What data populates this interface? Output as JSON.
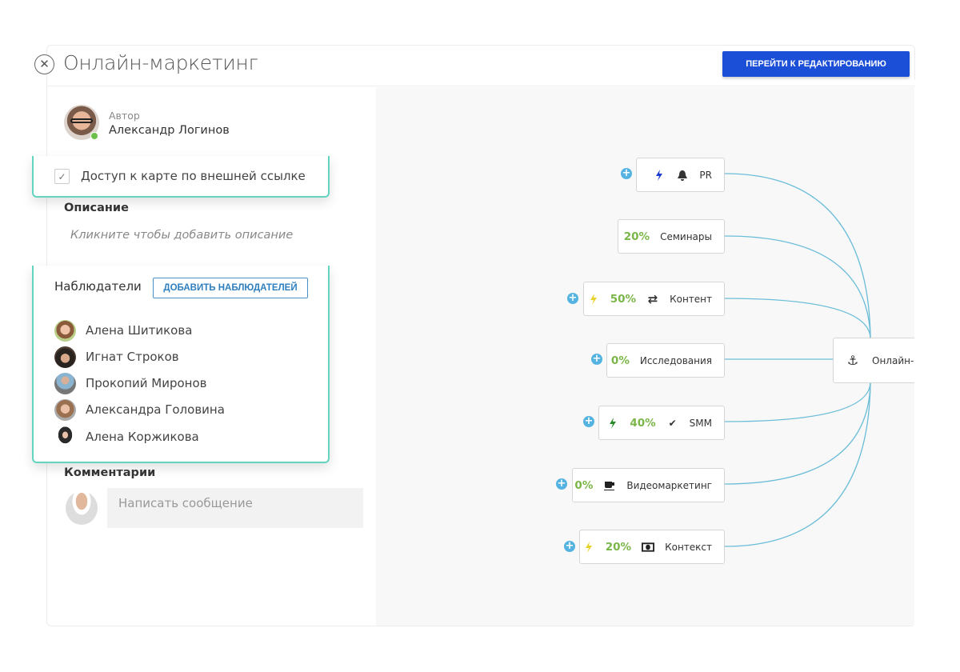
{
  "header": {
    "title": "Онлайн-маркетинг",
    "edit_button": "ПЕРЕЙТИ К РЕДАКТИРОВАНИЮ",
    "close_icon": "close-circle-icon"
  },
  "author": {
    "label": "Автор",
    "name": "Александр Логинов",
    "status": "online"
  },
  "access": {
    "label": "Доступ к карте по внешней ссылке",
    "checked": true
  },
  "description": {
    "heading": "Описание",
    "placeholder": "Кликните чтобы добавить описание"
  },
  "observers": {
    "title": "Наблюдатели",
    "add_button": "ДОБАВИТЬ НАБЛЮДАТЕЛЕЙ",
    "items": [
      {
        "name": "Алена Шитикова"
      },
      {
        "name": "Игнат Строков"
      },
      {
        "name": "Прокопий Миронов"
      },
      {
        "name": "Александра Головина"
      },
      {
        "name": "Алена Коржикова"
      }
    ]
  },
  "comments": {
    "heading": "Комментарии",
    "placeholder": "Написать сообщение"
  },
  "map": {
    "center": {
      "label": "Онлайн-",
      "icon": "anchor-icon"
    },
    "edge_color": "#6bbdd8",
    "nodes": [
      {
        "label": "PR",
        "percent": null,
        "bolt_color": "#1a3ccc",
        "icon": "bell-icon"
      },
      {
        "label": "Семинары",
        "percent": "20%",
        "bolt_color": null,
        "icon": null
      },
      {
        "label": "Контент",
        "percent": "50%",
        "bolt_color": "#e8d22a",
        "icon": "exchange-icon"
      },
      {
        "label": "Исследования",
        "percent": "0%",
        "bolt_color": null,
        "icon": null
      },
      {
        "label": "SMM",
        "percent": "40%",
        "bolt_color": "#2a8a2a",
        "icon": "check-icon"
      },
      {
        "label": "Видеомаркетинг",
        "percent": "0%",
        "bolt_color": null,
        "icon": "coffee-icon"
      },
      {
        "label": "Контекст",
        "percent": "20%",
        "bolt_color": "#e8d22a",
        "icon": "money-icon"
      }
    ]
  },
  "colors": {
    "primary": "#1b4fd8",
    "accent": "#62d4bf",
    "progress": "#7ab648",
    "add": "#54b3e0"
  }
}
